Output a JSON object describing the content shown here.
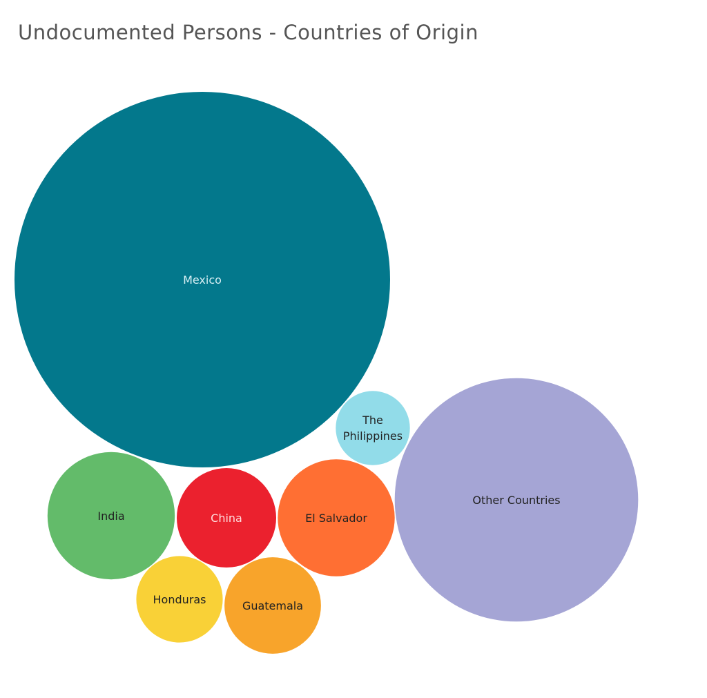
{
  "chart_data": {
    "type": "bubble",
    "title": "Undocumented Persons - Countries of Origin",
    "series": [
      {
        "name": "Mexico",
        "value": 100,
        "color": "#03788C",
        "label_color": "#D6EEF3"
      },
      {
        "name": "Other Countries",
        "value": 42,
        "color": "#A5A5D5",
        "label_color": "#222222"
      },
      {
        "name": "El Salvador",
        "value": 9.7,
        "color": "#FF6F33",
        "label_color": "#222222"
      },
      {
        "name": "India",
        "value": 11.5,
        "color": "#63BB6A",
        "label_color": "#222222"
      },
      {
        "name": "China",
        "value": 7,
        "color": "#EB212E",
        "label_color": "#FFDEDE"
      },
      {
        "name": "Guatemala",
        "value": 6.6,
        "color": "#F8A42B",
        "label_color": "#222222"
      },
      {
        "name": "Honduras",
        "value": 5.3,
        "color": "#F9D137",
        "label_color": "#222222"
      },
      {
        "name": "The Philippines",
        "value": 3.9,
        "color": "#92DCE9",
        "label_color": "#222222"
      }
    ]
  }
}
